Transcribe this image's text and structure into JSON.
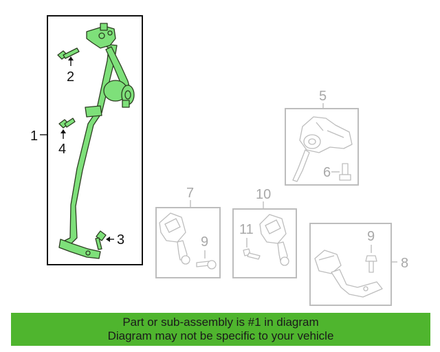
{
  "callouts": {
    "c1": "1",
    "c2": "2",
    "c3": "3",
    "c4": "4",
    "c5": "5",
    "c6": "6",
    "c7": "7",
    "c8": "8",
    "c9a": "9",
    "c9b": "9",
    "c10": "10",
    "c11": "11"
  },
  "colors": {
    "highlight_part": "#7ee07a",
    "banner": "#4fb52e",
    "inactive_part": "#bdbdbd"
  },
  "banner": {
    "line1": "Part or sub-assembly is #1 in diagram",
    "line2": "Diagram may not be specific to your vehicle"
  }
}
